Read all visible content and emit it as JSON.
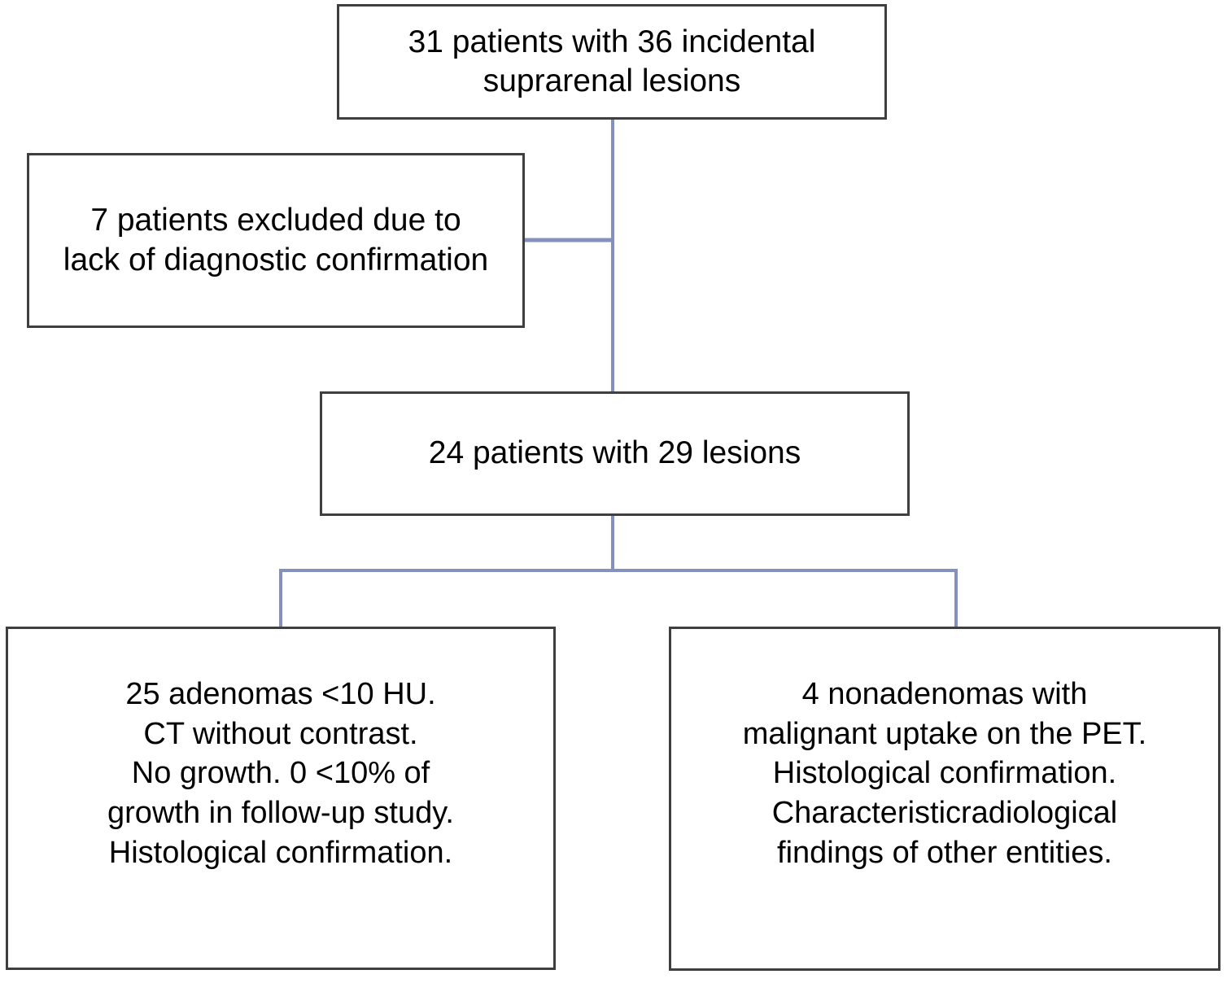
{
  "diagram": {
    "type": "flowchart",
    "orientation": "top-down",
    "background_color": "#ffffff",
    "box_border_color": "#3f3f3f",
    "connector_color": "#8490bd",
    "text_color": "#000000",
    "nodes": [
      {
        "id": "root",
        "name": "root-node",
        "text": "31 patients with 36 incidental\nsuprarenal lesions",
        "patients": 31,
        "lesions": 36
      },
      {
        "id": "excluded",
        "name": "excluded-node",
        "text": "7 patients excluded due to\nlack of diagnostic confirmation",
        "patients": 7
      },
      {
        "id": "included",
        "name": "included-node",
        "text": "24 patients with 29 lesions",
        "patients": 24,
        "lesions": 29
      },
      {
        "id": "adenomas",
        "name": "adenomas-node",
        "text": "25 adenomas <10 HU.\nCT without contrast.\nNo growth.  0 <10% of\ngrowth in follow-up study.\nHistological confirmation.",
        "count": 25
      },
      {
        "id": "nonadenomas",
        "name": "nonadenomas-node",
        "text": "4 nonadenomas with\nmalignant uptake on the PET.\nHistological confirmation.\nCharacteristicradiological\nfindings of other entities.",
        "count": 4
      }
    ],
    "edges": [
      {
        "from": "root",
        "to": "excluded",
        "style": "orthogonal"
      },
      {
        "from": "root",
        "to": "included",
        "style": "straight"
      },
      {
        "from": "included",
        "to": "adenomas",
        "style": "orthogonal"
      },
      {
        "from": "included",
        "to": "nonadenomas",
        "style": "orthogonal"
      }
    ]
  }
}
